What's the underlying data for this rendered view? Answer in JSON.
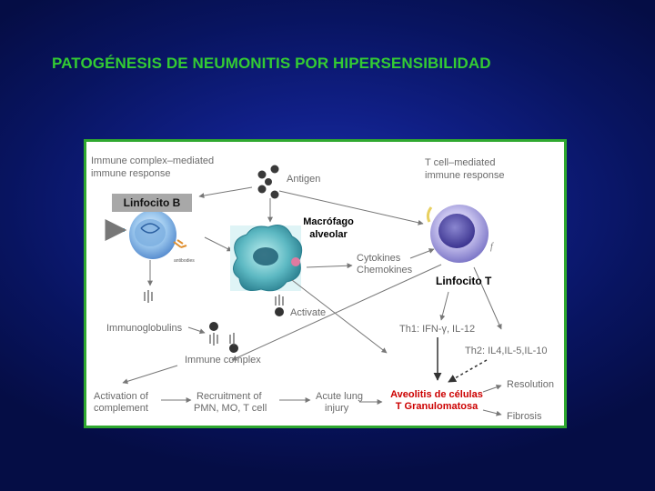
{
  "slide": {
    "title": "PATOGÉNESIS DE NEUMONITIS POR HIPERSENSIBILIDAD"
  },
  "diagram": {
    "header_left": [
      "Immune complex–mediated",
      "immune response"
    ],
    "header_right": [
      "T cell–mediated",
      "immune response"
    ],
    "antigen": "Antigen",
    "cytokines": [
      "Cytokines",
      "Chemokines"
    ],
    "activate": "Activate",
    "immunoglobulins": "Immunoglobulins",
    "immune_complex": "Immune complex",
    "th1": "Th1: IFN-γ, IL-12",
    "th2": "Th2: IL4,IL-5,IL-10",
    "activation_of_complement": [
      "Activation of",
      "complement"
    ],
    "recruitment": [
      "Recruitment of",
      "PMN, MO, T cell"
    ],
    "acute_lung_injury": [
      "Acute lung",
      "injury"
    ],
    "resolution": "Resolution",
    "fibrosis": "Fibrosis",
    "antibodies": "antibodies",
    "overlay_labels": {
      "linfocito_b": "Linfocito B",
      "macrofago": [
        "Macrófago",
        "alveolar"
      ],
      "linfocito_t": "Linfocito T",
      "alveolitis": [
        "Aveolitis de células",
        "T Granulomatosa"
      ]
    }
  },
  "colors": {
    "title": "#33cc33",
    "frame_border": "#2fa82f",
    "alveolitis_text": "#cc0000",
    "background": "#0c1a78"
  }
}
